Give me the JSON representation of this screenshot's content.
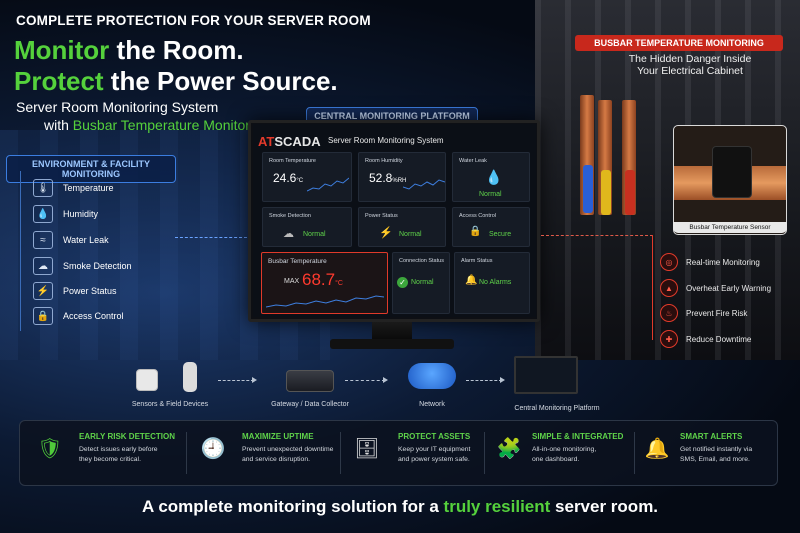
{
  "header": {
    "kicker": "COMPLETE PROTECTION FOR YOUR SERVER ROOM",
    "line1_strong": "Monitor",
    "line1_rest": " the Room.",
    "line2_strong": "Protect",
    "line2_rest": " the Power Source.",
    "sub1": "Server Room Monitoring System",
    "sub2_pre": "with ",
    "sub2_strong": "Busbar Temperature Monitoring"
  },
  "central_label": "CENTRAL MONITORING PLATFORM",
  "env": {
    "label": "ENVIRONMENT & FACILITY MONITORING",
    "items": [
      {
        "label": "Temperature",
        "icon": "thermometer-icon",
        "glyph": "🌡"
      },
      {
        "label": "Humidity",
        "icon": "droplet-icon",
        "glyph": "💧"
      },
      {
        "label": "Water Leak",
        "icon": "water-leak-icon",
        "glyph": "≈"
      },
      {
        "label": "Smoke Detection",
        "icon": "smoke-icon",
        "glyph": "☁"
      },
      {
        "label": "Power Status",
        "icon": "lightning-icon",
        "glyph": "⚡"
      },
      {
        "label": "Access Control",
        "icon": "lock-icon",
        "glyph": "🔒"
      }
    ]
  },
  "screen": {
    "brand_a": "AT",
    "brand_b": "SCADA",
    "title": "Server Room Monitoring System",
    "room_temp_label": "Room Temperature",
    "room_temp_value": "24.6",
    "room_temp_unit": "°C",
    "room_hum_label": "Room Humidity",
    "room_hum_value": "52.8",
    "room_hum_unit": "%RH",
    "water_label": "Water Leak",
    "water_status": "Normal",
    "smoke_label": "Smoke Detection",
    "smoke_status": "Normal",
    "power_label": "Power Status",
    "power_status": "Normal",
    "access_label": "Access Control",
    "access_status": "Secure",
    "busbar_label": "Busbar Temperature",
    "busbar_prefix": "MAX",
    "busbar_value": "68.7",
    "busbar_unit": "°C",
    "conn_label": "Connection Status",
    "conn_status": "Normal",
    "alarm_label": "Alarm Status",
    "alarm_status": "No Alarms"
  },
  "busbar": {
    "tag": "BUSBAR TEMPERATURE MONITORING",
    "danger_line1": "The Hidden Danger Inside",
    "danger_line2": "Your Electrical Cabinet",
    "sensor_caption": "Busbar Temperature Sensor",
    "benefits": [
      {
        "label": "Real-time Monitoring",
        "icon": "realtime-icon",
        "glyph": "◎"
      },
      {
        "label": "Overheat Early Warning",
        "icon": "overheat-icon",
        "glyph": "▲"
      },
      {
        "label": "Prevent Fire Risk",
        "icon": "fire-icon",
        "glyph": "♨"
      },
      {
        "label": "Reduce Downtime",
        "icon": "downtime-icon",
        "glyph": "✚"
      }
    ]
  },
  "flow": {
    "sensors": "Sensors & Field Devices",
    "gateway": "Gateway / Data Collector",
    "network": "Network",
    "platform": "Central Monitoring Platform"
  },
  "features": [
    {
      "title": "EARLY RISK DETECTION",
      "d1": "Detect issues early before",
      "d2": "they become critical.",
      "icon": "shield-check-icon",
      "glyph": "🛡"
    },
    {
      "title": "MAXIMIZE UPTIME",
      "d1": "Prevent unexpected downtime",
      "d2": "and service disruption.",
      "icon": "clock-icon",
      "glyph": "🕘"
    },
    {
      "title": "PROTECT ASSETS",
      "d1": "Keep your IT equipment",
      "d2": "and power system safe.",
      "icon": "server-shield-icon",
      "glyph": "🗄"
    },
    {
      "title": "SIMPLE & INTEGRATED",
      "d1": "All-in-one monitoring,",
      "d2": "one dashboard.",
      "icon": "puzzle-icon",
      "glyph": "🧩"
    },
    {
      "title": "SMART ALERTS",
      "d1": "Get notified instantly via",
      "d2": "SMS, Email, and more.",
      "icon": "bell-icon",
      "glyph": "🔔"
    }
  ],
  "tagline_pre": "A complete monitoring solution for a ",
  "tagline_strong": "truly resilient",
  "tagline_post": " server room.",
  "colors": {
    "accent_green": "#55d13c",
    "alert_red": "#e03a2a",
    "accent_blue": "#3b7de0"
  }
}
